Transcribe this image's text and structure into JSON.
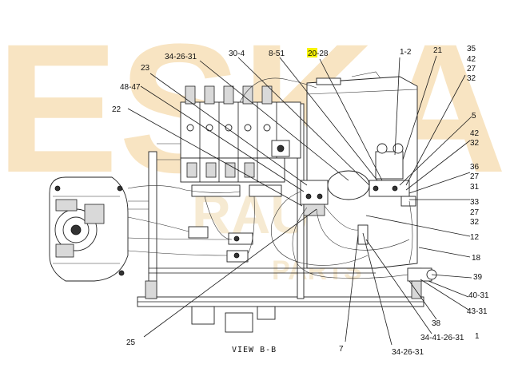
{
  "diagram": {
    "view_title": "VIEW B-B",
    "highlight_color": "#f7f300",
    "watermark": {
      "brand": "ESKA",
      "line2": "RAUKA",
      "line3": "PARTS",
      "color": "#f6dcae"
    },
    "callouts": {
      "c_34_26_31_top": "34-26-31",
      "c_30_4": "30-4",
      "c_8_51": "8-51",
      "c_20_28_hl": "20",
      "c_20_28_rest": "-28",
      "c_1_2": "1-2",
      "c_21": "21",
      "c_35": "35",
      "c_42a": "42",
      "c_27a": "27",
      "c_32a": "32",
      "c_23": "23",
      "c_48_47": "48-47",
      "c_22": "22",
      "c_5": "5",
      "c_42b": "42",
      "c_32b": "32",
      "c_36": "36",
      "c_27b": "27",
      "c_31": "31",
      "c_33": "33",
      "c_27c": "27",
      "c_32c": "32",
      "c_12": "12",
      "c_18": "18",
      "c_39": "39",
      "c_40_31": "40-31",
      "c_43_31": "43-31",
      "c_38": "38",
      "c_34_41_26_31": "34-41-26-31",
      "c_1": "1",
      "c_25": "25",
      "c_7": "7",
      "c_34_26_31_bottom": "34-26-31"
    }
  }
}
